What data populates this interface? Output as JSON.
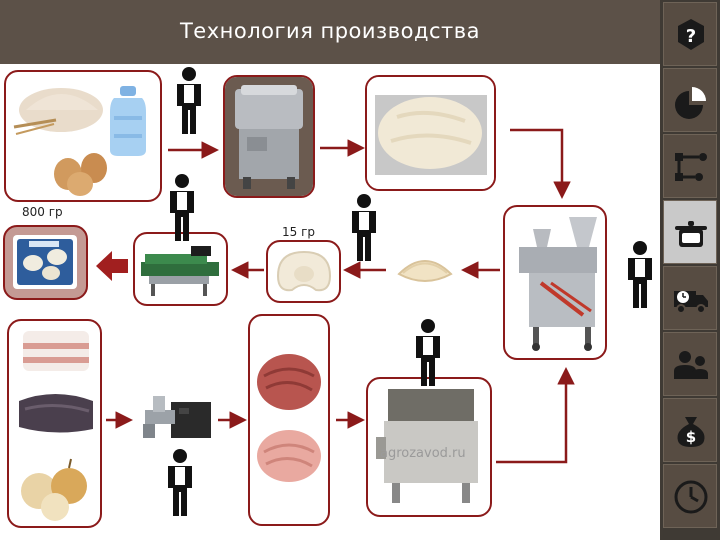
{
  "header": {
    "title": "Технология производства"
  },
  "labels": {
    "dough_weight": "800 гр",
    "piece_weight": "15 гр"
  },
  "watermark": "agrozavod.ru",
  "sidebar": {
    "items": [
      {
        "name": "question-icon"
      },
      {
        "name": "pie-chart-icon"
      },
      {
        "name": "process-icon"
      },
      {
        "name": "pot-icon",
        "active": true
      },
      {
        "name": "delivery-truck-icon"
      },
      {
        "name": "people-icon"
      },
      {
        "name": "money-bag-icon"
      },
      {
        "name": "clock-icon"
      }
    ]
  },
  "colors": {
    "header": "#5c5148",
    "sidebar": "#3f3a34",
    "frame": "#8b1a1a",
    "arrow": "#8b1a1a"
  }
}
